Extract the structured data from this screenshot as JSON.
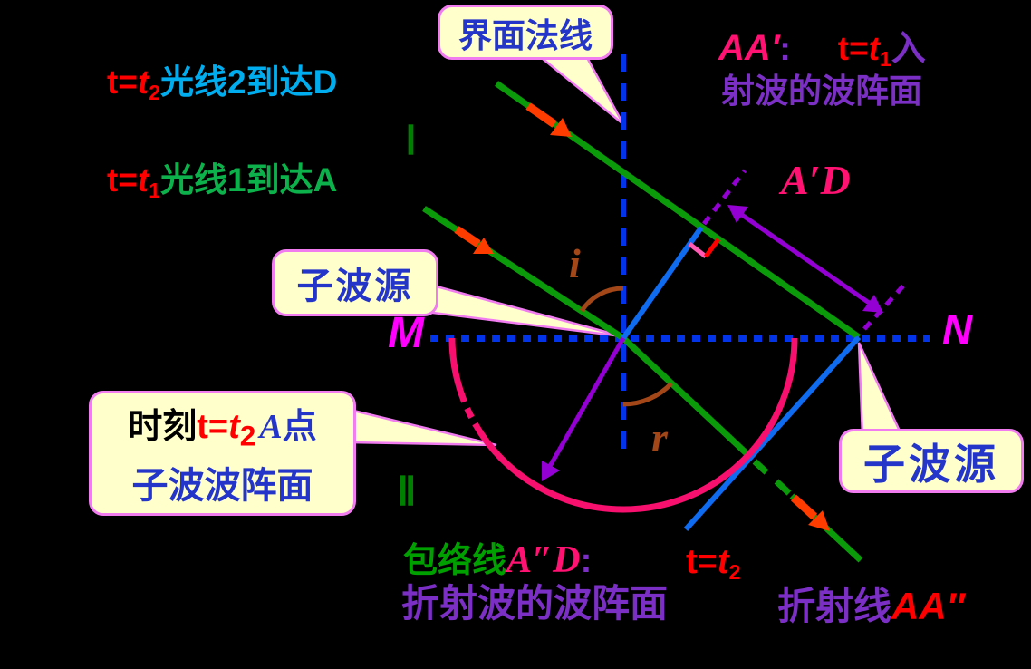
{
  "colors": {
    "background": "#000000",
    "normal_interface_blue": "#0334E8",
    "ray_green": "#0A9A0A",
    "ray_arrow_orange": "#FF3C00",
    "wavefront_blue": "#0F6BF0",
    "purple_arrow": "#9400D3",
    "wavelet_arc_pink": "#F7106E",
    "angle_brown": "#A34719",
    "right_angle_red": "#FF0000",
    "right_angle_pink": "#FF59B4",
    "callout_fill": "#FFFFCC",
    "callout_border": "#F07CF0",
    "callout_text_blue": "#2435C9",
    "text_red": "#FF0000",
    "text_cyan": "#00AEEF",
    "text_green": "#0DB14B",
    "text_purple": "#7B2FC4",
    "text_deep_pink": "#FF1272",
    "text_magenta": "#FF00FF",
    "numeral_green": "#008000"
  },
  "legend": {
    "ray2": {
      "eq": "t=",
      "tvar": "t",
      "sub": "2",
      "text": "光线2到达D"
    },
    "ray1": {
      "eq": "t=",
      "tvar": "t",
      "sub": "1",
      "text": "光线1到达A"
    }
  },
  "callouts": {
    "normal": "界面法线",
    "source_left": "子波源",
    "source_right": "子波源",
    "wavelet": {
      "prefix": "时刻",
      "eq": "t=",
      "tvar": "t",
      "sub": "2",
      "point": "A",
      "suffix": "点",
      "line2": "子波波阵面"
    }
  },
  "incident_front": {
    "name": "AA′",
    "colon": ":",
    "eq": "t=",
    "tvar": "t",
    "sub": "1",
    "tail": "入",
    "line2": "射波的波阵面"
  },
  "distance": {
    "label": "A′D"
  },
  "points": {
    "m": "M",
    "n": "N"
  },
  "angles": {
    "incidence": "i",
    "refraction": "r"
  },
  "media": {
    "one": "Ⅰ",
    "two": "Ⅱ"
  },
  "envelope": {
    "prefix": "包络线",
    "name": "A″D",
    "colon": ":",
    "line2": "折射波的波阵面"
  },
  "time2": {
    "eq": "t=",
    "tvar": "t",
    "sub": "2"
  },
  "refracted": {
    "prefix": "折射线",
    "name": "AA″"
  }
}
